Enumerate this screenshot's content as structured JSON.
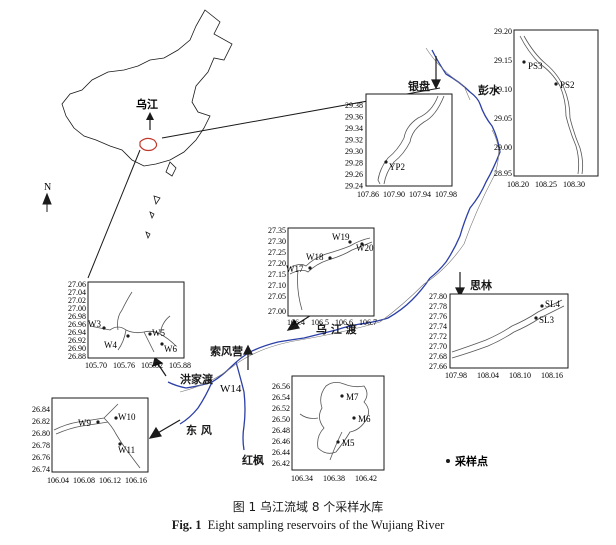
{
  "colors": {
    "river": "#2b3fa8",
    "ink": "#1a1a1a",
    "trace": "#444444"
  },
  "china_map": {
    "label": "乌江"
  },
  "north": {
    "label": "N"
  },
  "main_labels": {
    "yinpan": "银盘",
    "pengshui": "彭水",
    "silin": "思林",
    "wujiangdu": "乌 江 渡",
    "suofengying": "索风营",
    "hongjiadu": "洪家渡",
    "dongfeng": "东 风",
    "hongfeng": "红枫",
    "w14": "W14"
  },
  "legend": {
    "label": "采样点"
  },
  "insets": {
    "yp": {
      "y_ticks": [
        "29.38",
        "29.36",
        "29.34",
        "29.32",
        "29.30",
        "29.28",
        "29.26",
        "29.24"
      ],
      "x_ticks": [
        "107.86",
        "107.90",
        "107.94",
        "107.98"
      ],
      "points": [
        "YP2"
      ]
    },
    "ps": {
      "y_ticks": [
        "29.20",
        "29.15",
        "29.10",
        "29.05",
        "29.00",
        "28.95"
      ],
      "x_ticks": [
        "108.20",
        "108.25",
        "108.30"
      ],
      "points": [
        "PS3",
        "PS2"
      ]
    },
    "w": {
      "y_ticks": [
        "27.35",
        "27.30",
        "27.25",
        "27.20",
        "27.15",
        "27.10",
        "27.05",
        "27.00"
      ],
      "x_ticks": [
        "106.4",
        "106.5",
        "106.6",
        "106.7"
      ],
      "points": [
        "W19",
        "W20",
        "W18",
        "W17"
      ]
    },
    "sl": {
      "y_ticks": [
        "27.80",
        "27.78",
        "27.76",
        "27.74",
        "27.72",
        "27.70",
        "27.68",
        "27.66"
      ],
      "x_ticks": [
        "107.98",
        "108.04",
        "108.10",
        "108.16"
      ],
      "points": [
        "SL4",
        "SL3"
      ]
    },
    "hj": {
      "y_ticks": [
        "27.06",
        "27.04",
        "27.02",
        "27.00",
        "26.98",
        "26.96",
        "26.94",
        "26.92",
        "26.90",
        "26.88"
      ],
      "x_ticks": [
        "105.70",
        "105.76",
        "105.82",
        "105.88"
      ],
      "points": [
        "W3",
        "W5",
        "W4",
        "W6"
      ]
    },
    "df": {
      "y_ticks": [
        "26.84",
        "26.82",
        "26.80",
        "26.78",
        "26.76",
        "26.74"
      ],
      "x_ticks": [
        "106.04",
        "106.08",
        "106.12",
        "106.16"
      ],
      "points": [
        "W9",
        "W10",
        "W11"
      ]
    },
    "hf": {
      "y_ticks": [
        "26.56",
        "26.54",
        "26.52",
        "26.50",
        "26.48",
        "26.46",
        "26.44",
        "26.42"
      ],
      "x_ticks": [
        "106.34",
        "106.38",
        "106.42"
      ],
      "points": [
        "M7",
        "M6",
        "M5"
      ]
    }
  },
  "caption": {
    "zh": "图 1  乌江流域 8 个采样水库",
    "en_label": "Fig. 1",
    "en_text": "Eight sampling reservoirs of the Wujiang River"
  }
}
